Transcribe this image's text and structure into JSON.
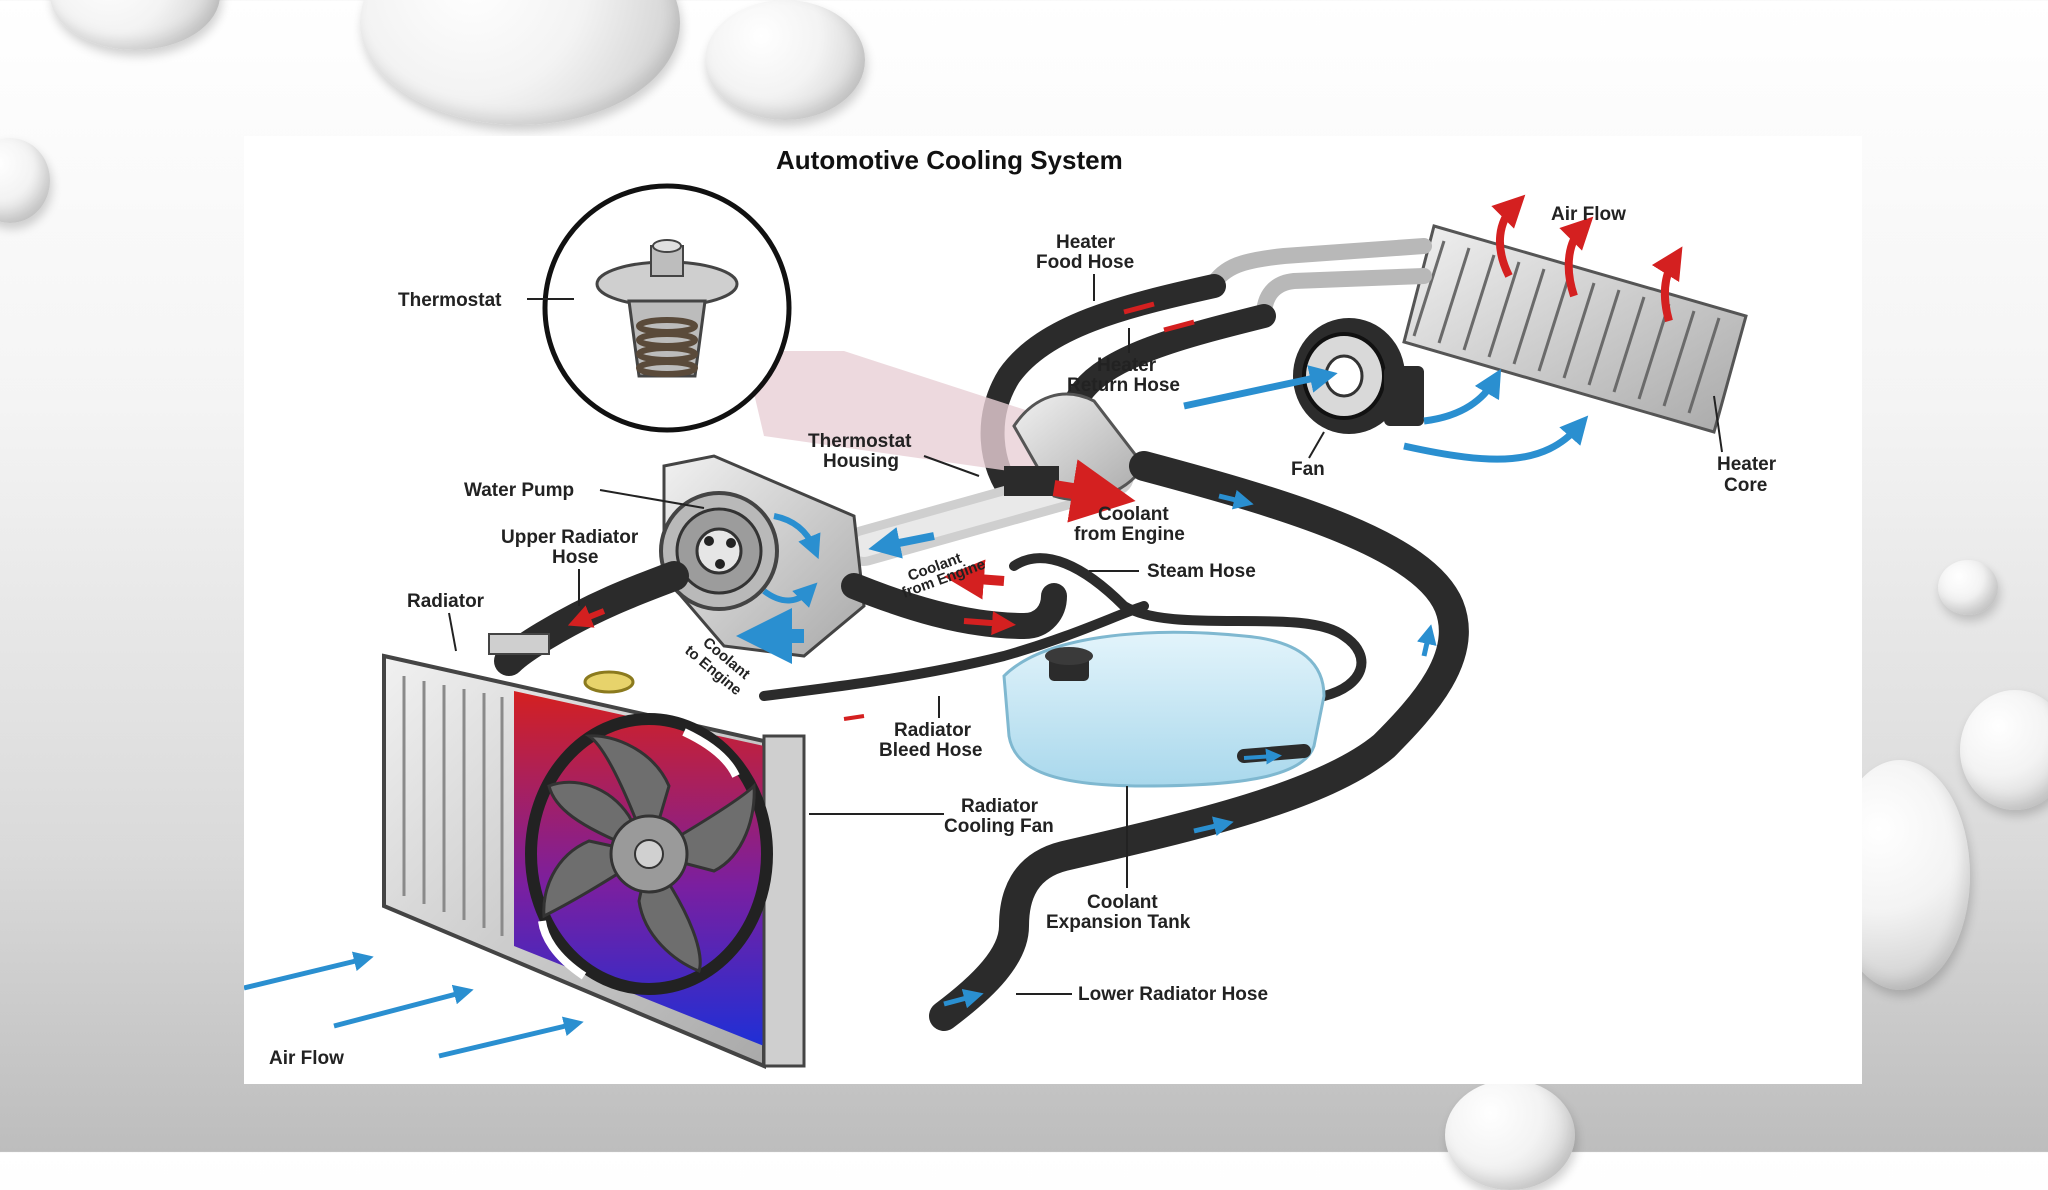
{
  "slide": {
    "title": "Automotive Cooling System"
  },
  "labels": {
    "thermostat": "Thermostat",
    "heater_food_hose_1": "Heater",
    "heater_food_hose_2": "Food Hose",
    "heater_return_hose_1": "Heater",
    "heater_return_hose_2": "Return Hose",
    "air_flow_top": "Air Flow",
    "fan": "Fan",
    "heater_core_1": "Heater",
    "heater_core_2": "Core",
    "thermostat_housing_1": "Thermostat",
    "thermostat_housing_2": "Housing",
    "water_pump": "Water Pump",
    "coolant_from_engine_1": "Coolant",
    "coolant_from_engine_2": "from Engine",
    "upper_radiator_hose_1": "Upper Radiator",
    "upper_radiator_hose_2": "Hose",
    "coolant_from_engine_small_1": "Coolant",
    "coolant_from_engine_small_2": "from Engine",
    "steam_hose": "Steam Hose",
    "radiator": "Radiator",
    "coolant_to_engine_1": "Coolant",
    "coolant_to_engine_2": "to Engine",
    "radiator_bleed_hose_1": "Radiator",
    "radiator_bleed_hose_2": "Bleed Hose",
    "radiator_cooling_fan_1": "Radiator",
    "radiator_cooling_fan_2": "Cooling Fan",
    "coolant_expansion_tank_1": "Coolant",
    "coolant_expansion_tank_2": "Expansion Tank",
    "lower_radiator_hose": "Lower Radiator Hose",
    "air_flow_bottom": "Air Flow"
  },
  "colors": {
    "hot_arrow": "#d42020",
    "cold_arrow": "#2a8fd0",
    "hose": "#2b2b2b",
    "tank": "#bfe3f2"
  }
}
